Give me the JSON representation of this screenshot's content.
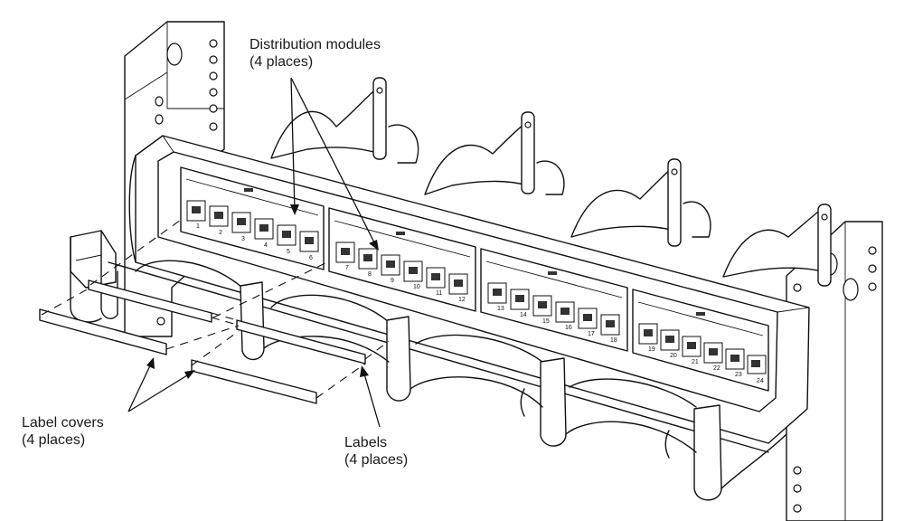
{
  "callouts": {
    "distribution_modules": {
      "line1": "Distribution modules",
      "line2": "(4 places)"
    },
    "label_covers": {
      "line1": "Label covers",
      "line2": "(4 places)"
    },
    "labels": {
      "line1": "Labels",
      "line2": "(4 places)"
    }
  },
  "modules": [
    {
      "name": "module-1",
      "port_numbers": [
        "1",
        "2",
        "3",
        "4",
        "5",
        "6"
      ]
    },
    {
      "name": "module-2",
      "port_numbers": [
        "7",
        "8",
        "9",
        "10",
        "11",
        "12"
      ]
    },
    {
      "name": "module-3",
      "port_numbers": [
        "13",
        "14",
        "15",
        "16",
        "17",
        "18"
      ]
    },
    {
      "name": "module-4",
      "port_numbers": [
        "19",
        "20",
        "21",
        "22",
        "23",
        "24"
      ]
    }
  ],
  "colors": {
    "line": "#111111",
    "fill": "#ffffff",
    "text": "#1a1a1a"
  },
  "icons": [
    "rack-rail",
    "patch-panel",
    "cable-manager",
    "label-strip",
    "label-cover"
  ]
}
